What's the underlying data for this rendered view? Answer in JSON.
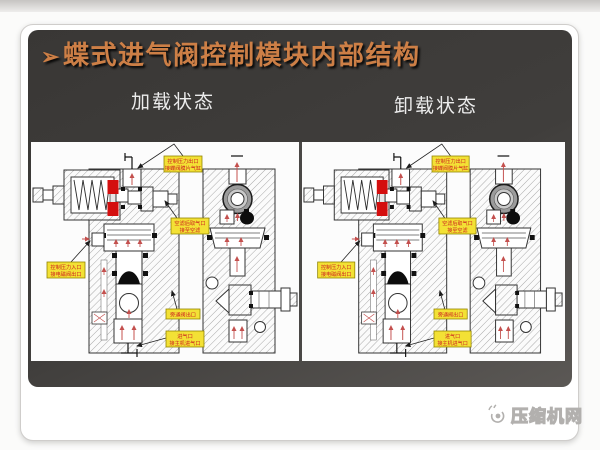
{
  "slide": {
    "bullet": "➢",
    "title": "蝶式进气阀控制模块内部结构",
    "states": {
      "loading": "加载状态",
      "unloading": "卸载状态"
    }
  },
  "watermark": {
    "text": "压缩机网"
  },
  "colors": {
    "title_accent": "#cd7f46",
    "slide_background": "#3d3b39",
    "panel_background": "#fcfcfc",
    "label_yellow": "#f3e135",
    "label_text_red": "#cc1f1f",
    "seal_red": "#d40f0f",
    "flow_arrow_red": "#c4504e"
  },
  "diagram": {
    "labels": [
      {
        "line1": "控制压力出口",
        "line2": "接蝶阀膜片气缸"
      },
      {
        "line1": "空滤后取气口",
        "line2": "接至空滤"
      },
      {
        "line1": "控制压力入口",
        "line2": "接电磁阀出口"
      },
      {
        "line1": "旁通阀出口",
        "line2": ""
      },
      {
        "line1": "进气口",
        "line2": "接主机进气口"
      }
    ]
  }
}
